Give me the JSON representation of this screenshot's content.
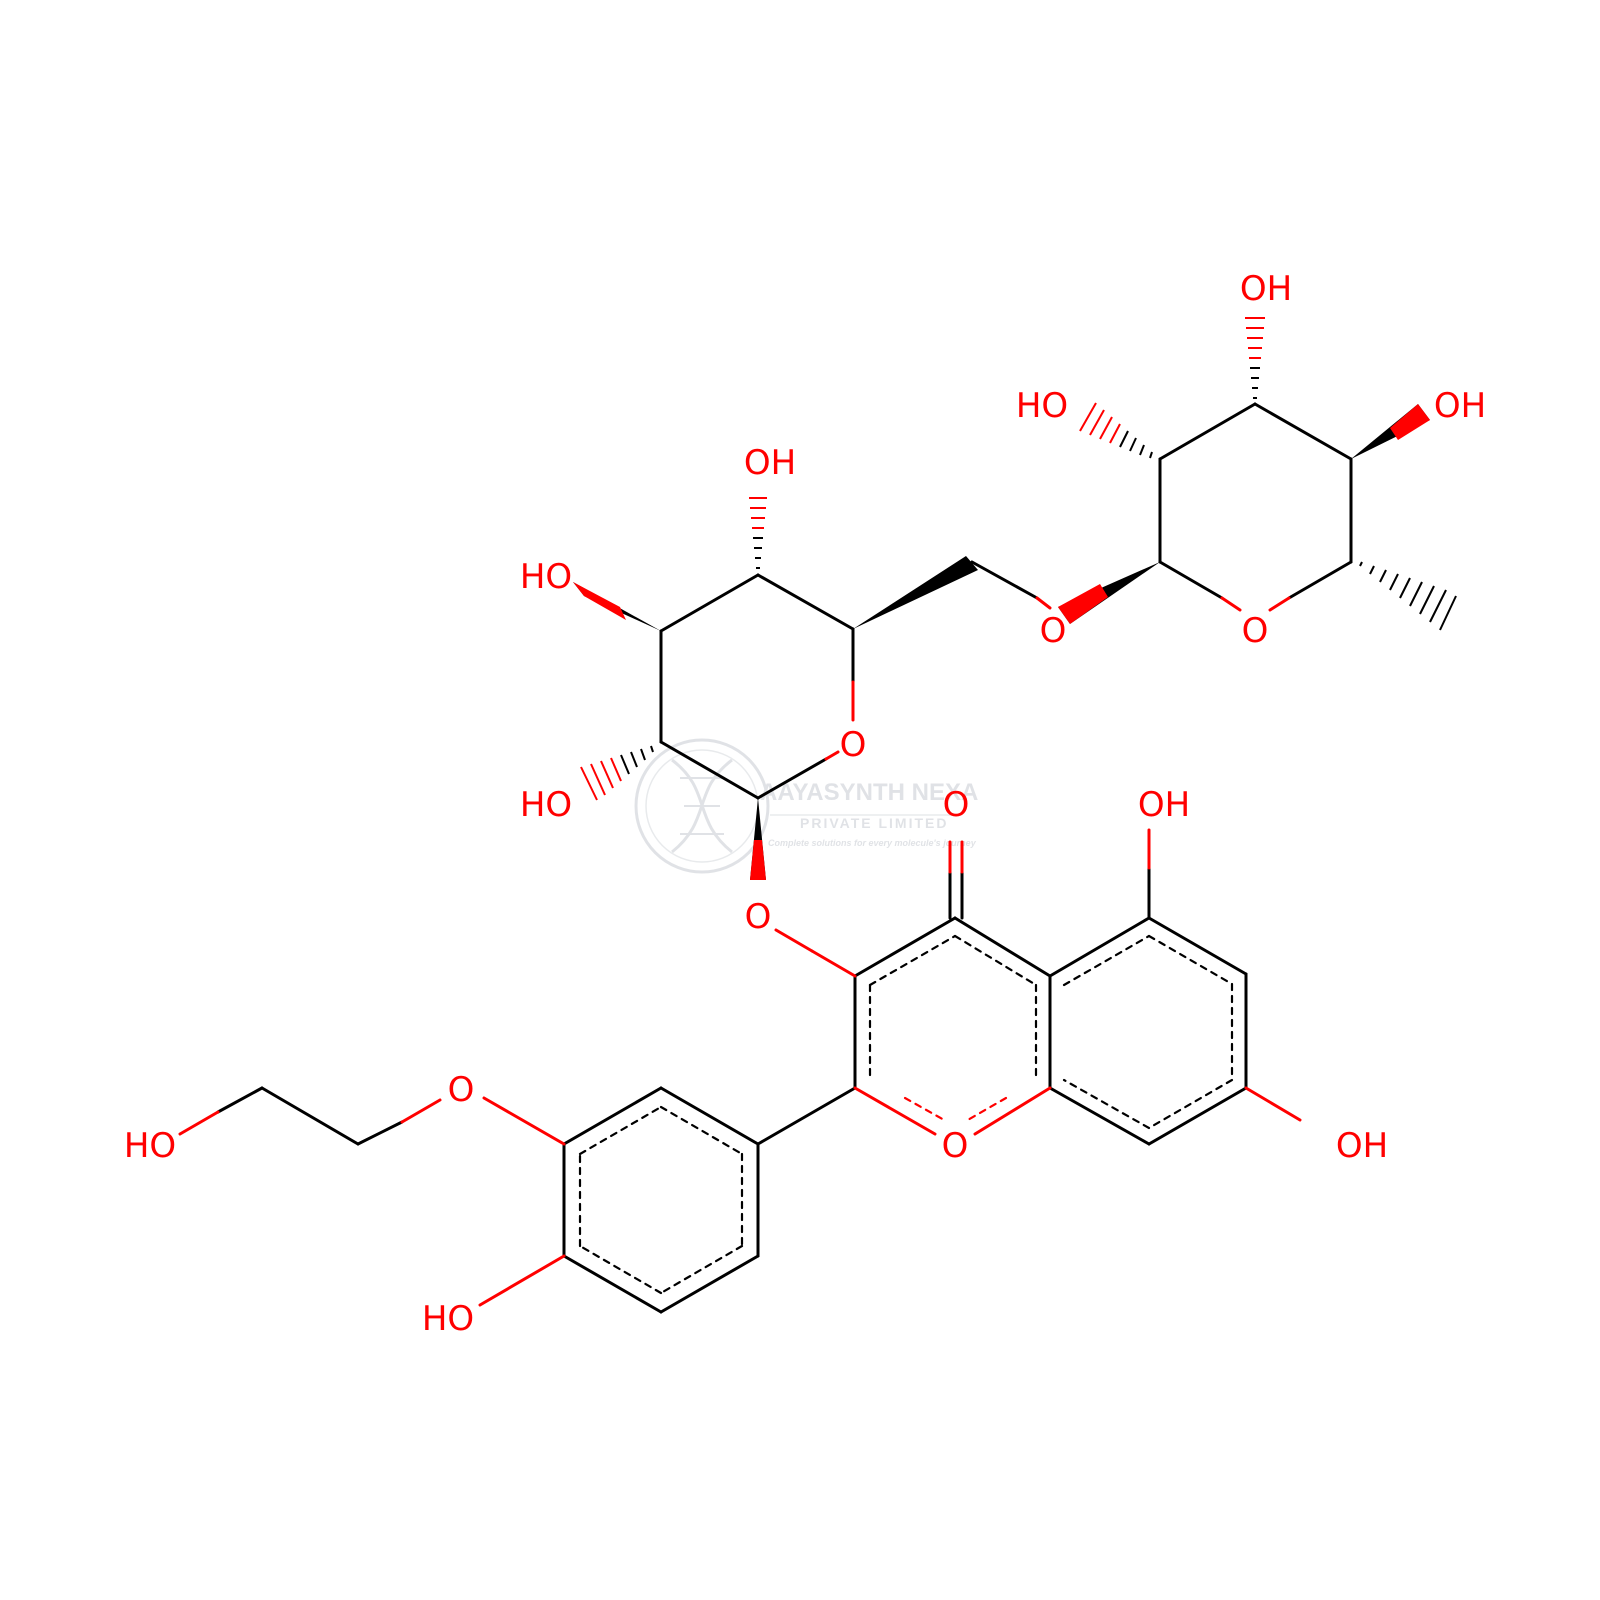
{
  "colors": {
    "bond": "#000000",
    "oxygen": "#ff0000",
    "background": "#ffffff",
    "watermark": "#c8ccd2"
  },
  "watermark": {
    "line1": "AAYASYNTH NEXA",
    "line2": "PRIVATE LIMITED",
    "line3": "Complete solutions for every molecule's journey",
    "logo_icon": "dna-helix-icon"
  },
  "atom_labels": [
    {
      "id": "o-ring-rham",
      "text": "O"
    },
    {
      "id": "oh-rham-top",
      "text": "OH"
    },
    {
      "id": "oh-rham-left",
      "text": "HO"
    },
    {
      "id": "oh-rham-right",
      "text": "OH"
    },
    {
      "id": "o-glycosidic-link",
      "text": "O"
    },
    {
      "id": "oh-glc-top",
      "text": "OH"
    },
    {
      "id": "oh-glc-left",
      "text": "HO"
    },
    {
      "id": "o-ring-glc",
      "text": "O"
    },
    {
      "id": "oh-glc-bottom",
      "text": "HO"
    },
    {
      "id": "o-c3-ether",
      "text": "O"
    },
    {
      "id": "o-carbonyl",
      "text": "O"
    },
    {
      "id": "oh-c5",
      "text": "OH"
    },
    {
      "id": "o-ring-chromone",
      "text": "O"
    },
    {
      "id": "oh-c7",
      "text": "OH"
    },
    {
      "id": "o-hydroxyethyl-ether",
      "text": "O"
    },
    {
      "id": "oh-hydroxyethyl",
      "text": "HO"
    },
    {
      "id": "oh-phenyl",
      "text": "HO"
    }
  ]
}
